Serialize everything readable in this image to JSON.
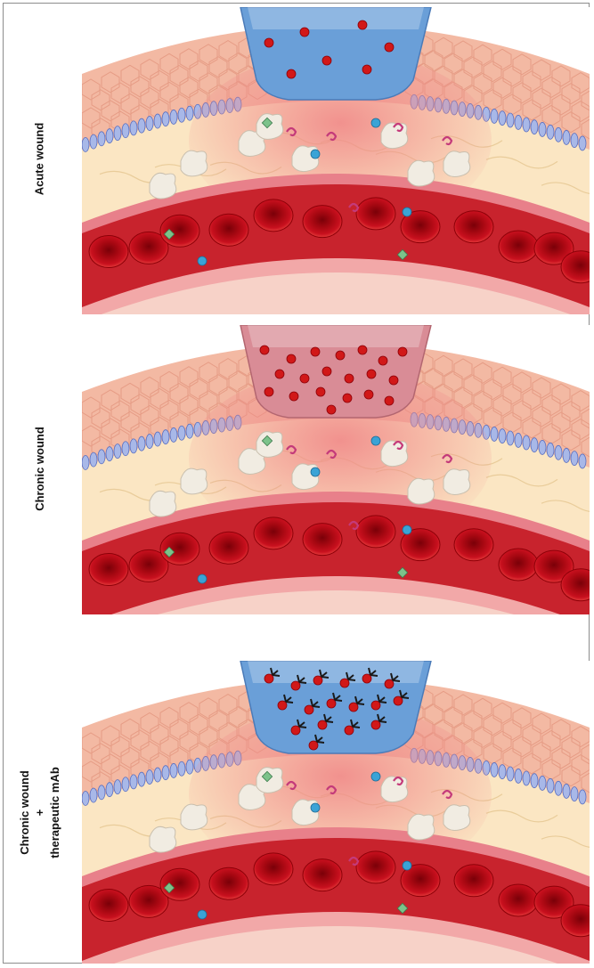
{
  "panels": [
    {
      "label_lines": [
        "Acute wound"
      ],
      "exudate": "blue",
      "antibodies": false
    },
    {
      "label_lines": [
        "Chronic wound"
      ],
      "exudate": "pink",
      "antibodies": false
    },
    {
      "label_lines": [
        "Chronic wound",
        "+",
        "therapeutic mAb"
      ],
      "exudate": "blue",
      "antibodies": true
    }
  ],
  "colors": {
    "exudate_blue": "#6a9fd8",
    "exudate_pink": "#d98c96",
    "rbc": "#c8101e",
    "epidermis": "#f3b9a3",
    "basal_layer": "#a8b8e8",
    "dermis": "#fbe6c3",
    "vessel": "#e8808a",
    "antibody": "#1a1a1a"
  },
  "icons": [
    "red-blood-cell-icon",
    "platelet-icon",
    "growth-factor-icon",
    "cytokine-icon",
    "antibody-icon",
    "immune-cell-icon"
  ]
}
